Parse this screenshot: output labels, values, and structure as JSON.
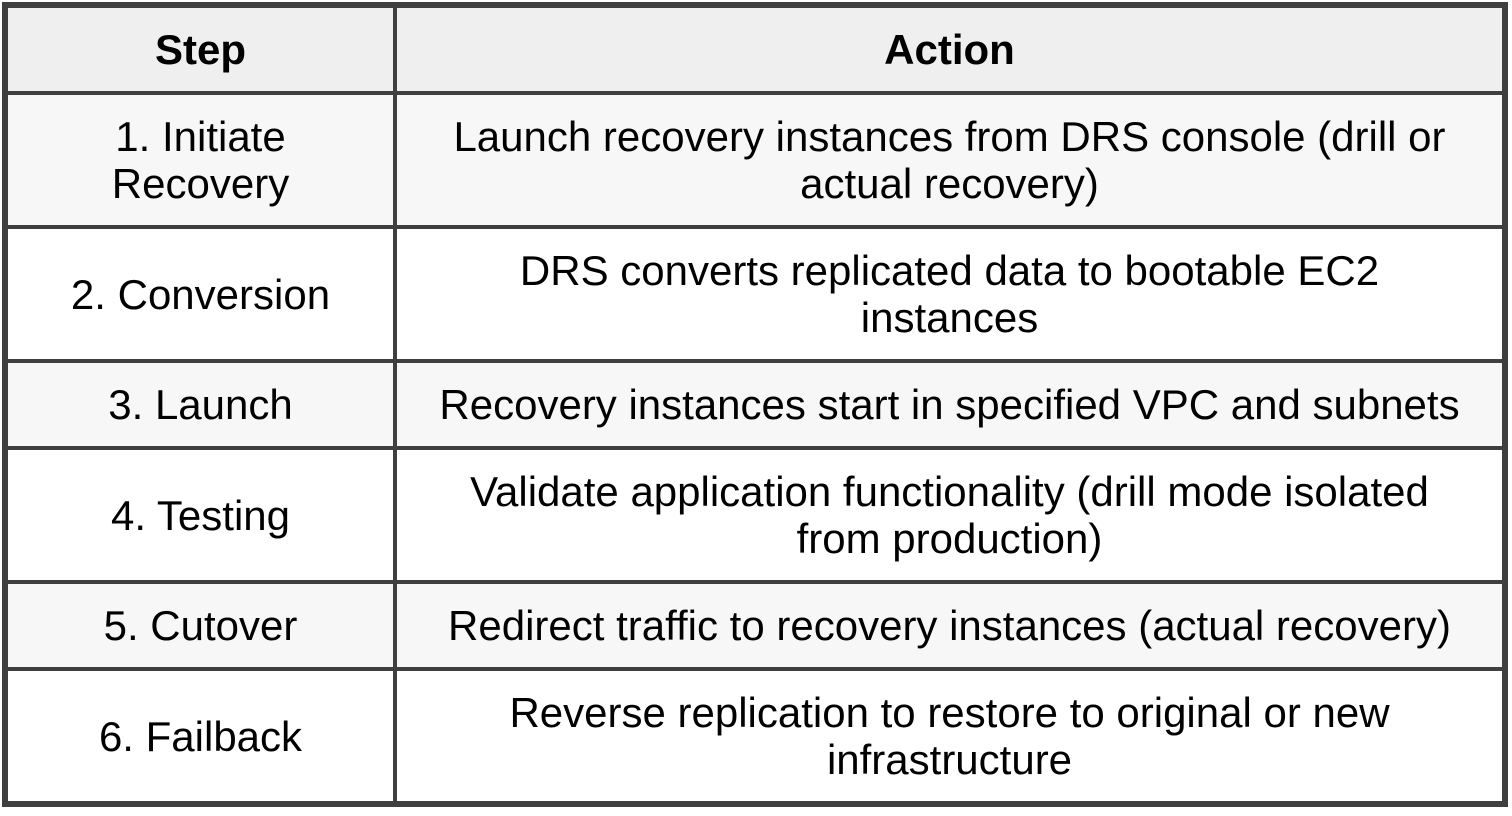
{
  "table": {
    "columns": [
      "Step",
      "Action"
    ],
    "rows": [
      {
        "step": "1. Initiate\nRecovery",
        "action": "Launch recovery instances from DRS console (drill or\nactual recovery)"
      },
      {
        "step": "2. Conversion",
        "action": "DRS converts replicated data to bootable EC2\ninstances"
      },
      {
        "step": "3. Launch",
        "action": "Recovery instances start in specified VPC and subnets"
      },
      {
        "step": "4. Testing",
        "action": "Validate application functionality (drill mode isolated\nfrom production)"
      },
      {
        "step": "5. Cutover",
        "action": "Redirect traffic to recovery instances (actual recovery)"
      },
      {
        "step": "6. Failback",
        "action": "Reverse replication to restore to original or new\ninfrastructure"
      }
    ],
    "colors": {
      "border": "#3f3f3f",
      "header_bg": "#efefef",
      "row_alt_bg": "#f7f7f7",
      "row_bg": "#ffffff",
      "text": "#000000",
      "page_bg": "#ffffff"
    }
  }
}
